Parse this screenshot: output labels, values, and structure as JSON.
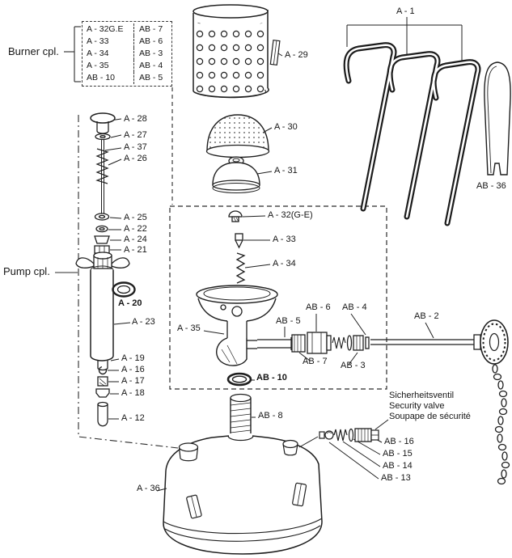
{
  "groups": {
    "burner_cpl": "Burner cpl.",
    "pump_cpl": "Pump cpl."
  },
  "legend": {
    "rows": [
      {
        "left": "A - 32G.E",
        "right": "AB - 7"
      },
      {
        "left": "A - 33",
        "right": "AB - 6"
      },
      {
        "left": "A - 34",
        "right": "AB - 3"
      },
      {
        "left": "A - 35",
        "right": "AB - 4"
      },
      {
        "left": "AB - 10",
        "right": "AB - 5"
      }
    ]
  },
  "labels": {
    "a1": "A - 1",
    "a12": "A - 12",
    "a16": "A - 16",
    "a17": "A - 17",
    "a18": "A - 18",
    "a19": "A - 19",
    "a20": "A - 20",
    "a21": "A - 21",
    "a22": "A - 22",
    "a23": "A - 23",
    "a24": "A - 24",
    "a25": "A - 25",
    "a26": "A - 26",
    "a27": "A - 27",
    "a28": "A - 28",
    "a29": "A - 29",
    "a30": "A - 30",
    "a31": "A - 31",
    "a32ge": "A - 32(G-E)",
    "a33": "A - 33",
    "a34": "A - 34",
    "a35": "A - 35",
    "a36": "A - 36",
    "a37": "A - 37",
    "ab2": "AB - 2",
    "ab3": "AB - 3",
    "ab4": "AB - 4",
    "ab5": "AB - 5",
    "ab6": "AB - 6",
    "ab7": "AB - 7",
    "ab8": "AB - 8",
    "ab10": "AB - 10",
    "ab36": "AB - 36"
  },
  "security_valve": {
    "names": [
      "Sicherheitsventil",
      "Security valve",
      "Soupape de sécurité"
    ],
    "parts": {
      "ab16": "AB - 16",
      "ab15": "AB - 15",
      "ab14": "AB - 14",
      "ab13": "AB - 13"
    }
  }
}
